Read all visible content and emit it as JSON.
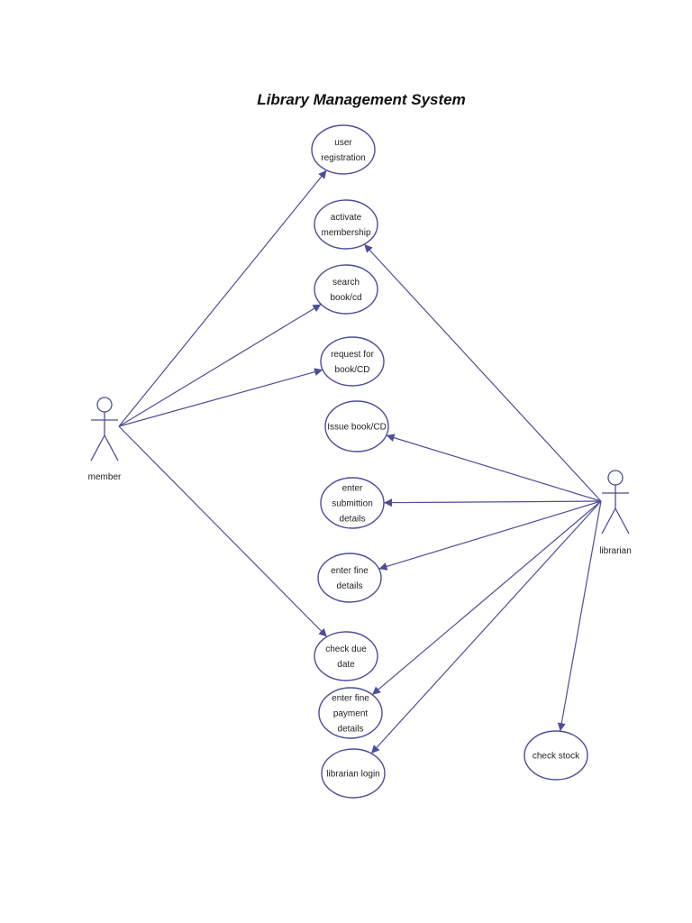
{
  "title": "Library Management System",
  "colors": {
    "line": "#4d4d99",
    "text": "#222222",
    "background": "#ffffff"
  },
  "actors": [
    {
      "id": "member",
      "label": "member"
    },
    {
      "id": "librarian",
      "label": "librarian"
    }
  ],
  "use_cases": [
    {
      "id": "user-registration",
      "lines": [
        "user",
        "registration"
      ]
    },
    {
      "id": "activate-membership",
      "lines": [
        "activate",
        "membership"
      ]
    },
    {
      "id": "search-book-cd",
      "lines": [
        "search",
        "book/cd"
      ]
    },
    {
      "id": "request-for-book-cd",
      "lines": [
        "request  for",
        "book/CD"
      ]
    },
    {
      "id": "issue-book-cd",
      "lines": [
        "Issue book/CD"
      ]
    },
    {
      "id": "enter-submittion-details",
      "lines": [
        "enter",
        "submittion",
        "details"
      ]
    },
    {
      "id": "enter-fine-details",
      "lines": [
        "enter  fine",
        "details"
      ]
    },
    {
      "id": "check-due-date",
      "lines": [
        "check due",
        "date"
      ]
    },
    {
      "id": "enter-fine-payment-details",
      "lines": [
        "enter  fine",
        "payment",
        "details"
      ]
    },
    {
      "id": "librarian-login",
      "lines": [
        "librarian  login"
      ]
    },
    {
      "id": "check-stock",
      "lines": [
        "check stock"
      ]
    }
  ],
  "associations": [
    {
      "from": "member",
      "to": "user-registration"
    },
    {
      "from": "member",
      "to": "search-book-cd"
    },
    {
      "from": "member",
      "to": "request-for-book-cd"
    },
    {
      "from": "member",
      "to": "check-due-date"
    },
    {
      "from": "librarian",
      "to": "activate-membership"
    },
    {
      "from": "librarian",
      "to": "issue-book-cd"
    },
    {
      "from": "librarian",
      "to": "enter-submittion-details"
    },
    {
      "from": "librarian",
      "to": "enter-fine-details"
    },
    {
      "from": "librarian",
      "to": "enter-fine-payment-details"
    },
    {
      "from": "librarian",
      "to": "librarian-login"
    },
    {
      "from": "librarian",
      "to": "check-stock"
    }
  ]
}
